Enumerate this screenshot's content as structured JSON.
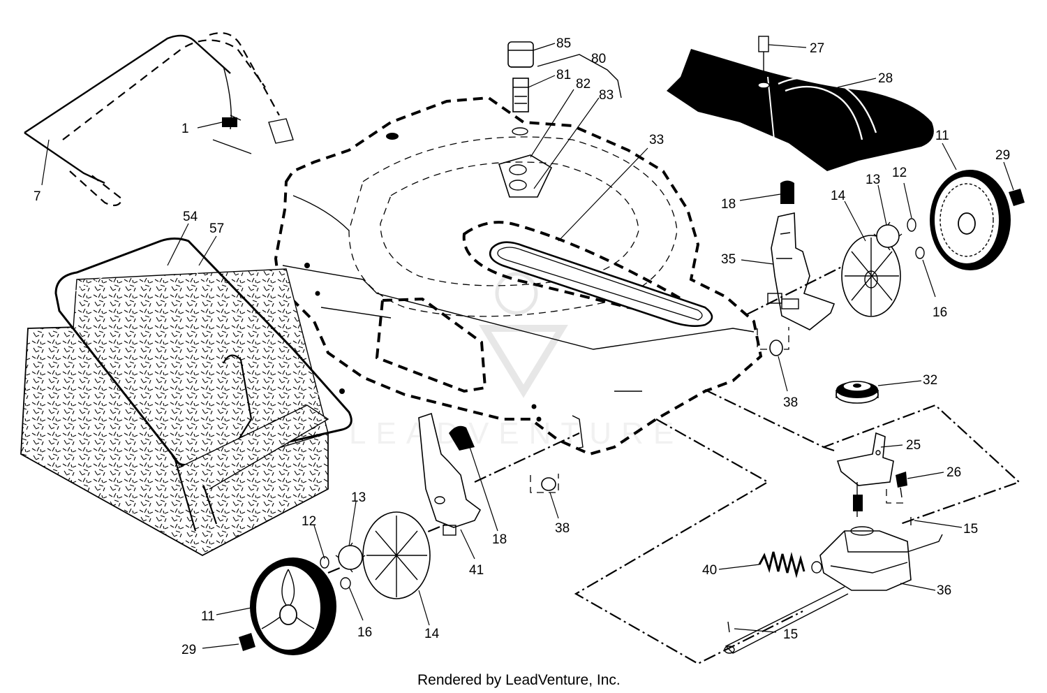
{
  "labels": {
    "l85": "85",
    "l80": "80",
    "l81": "81",
    "l82": "82",
    "l83": "83",
    "l27": "27",
    "l28": "28",
    "l1": "1",
    "l7": "7",
    "l33": "33",
    "l11r": "11",
    "l29r": "29",
    "l18r": "18",
    "l14r": "14",
    "l13r": "13",
    "l12r": "12",
    "l35": "35",
    "l16r": "16",
    "l54": "54",
    "l57": "57",
    "l38r": "38",
    "l32": "32",
    "l25": "25",
    "l26": "26",
    "l15r": "15",
    "l36": "36",
    "l40": "40",
    "l15b": "15",
    "l13l": "13",
    "l12l": "12",
    "l18l": "18",
    "l38l": "38",
    "l41": "41",
    "l14l": "14",
    "l16l": "16",
    "l11l": "11",
    "l29l": "29"
  },
  "watermark": "LEADVENTURE",
  "footer": "Rendered by LeadVenture, Inc."
}
